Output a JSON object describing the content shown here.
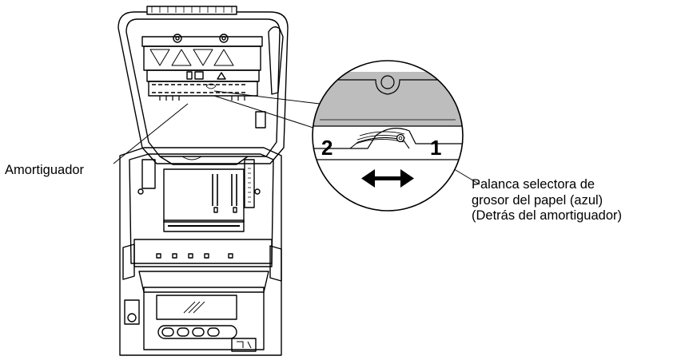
{
  "labels": {
    "damper": "Amortiguador",
    "lever_line1": "Palanca selectora de",
    "lever_line2": "grosor del papel (azul)",
    "lever_line3": "(Detrás del amortiguador)"
  },
  "detail": {
    "position_left": "2",
    "position_right": "1"
  },
  "colors": {
    "line": "#000000",
    "detail_band": "#bdbdbd",
    "background": "#ffffff"
  },
  "icons": {
    "slide_direction": "double-arrow-icon"
  }
}
